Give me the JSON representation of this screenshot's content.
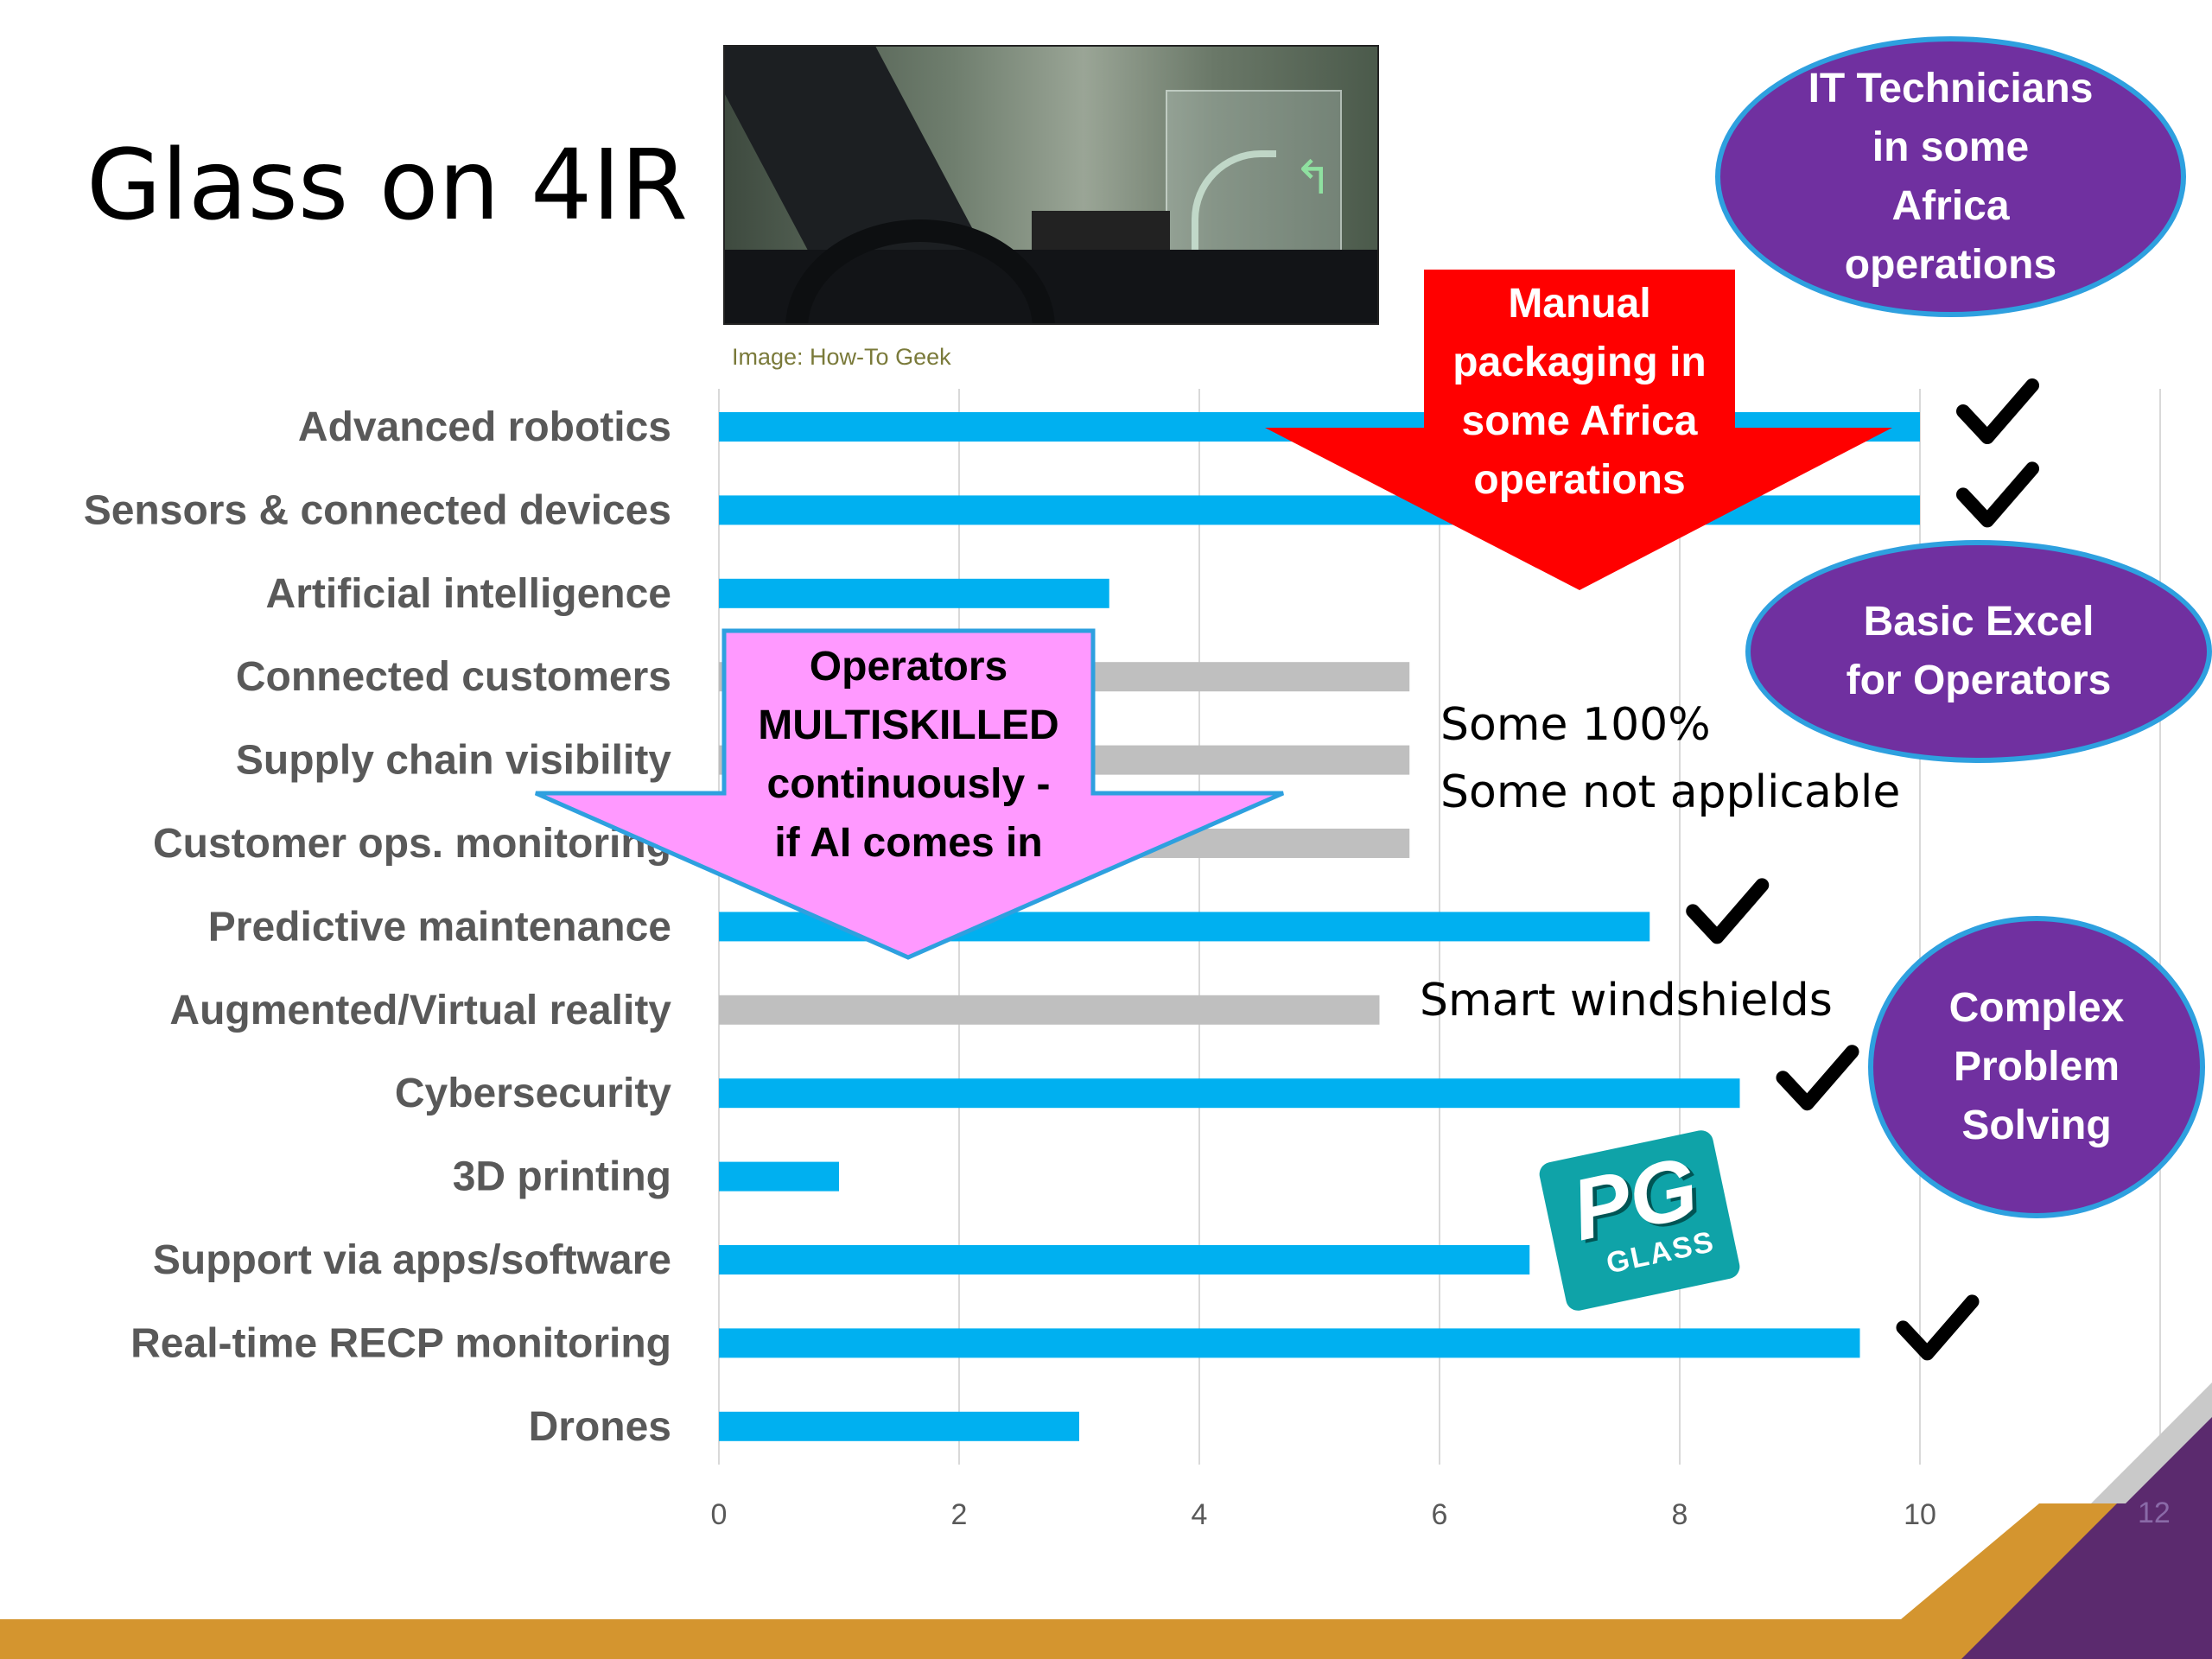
{
  "slide": {
    "title": "Glass on 4IR",
    "image_caption": "Image: How-To Geek",
    "page_number": "12"
  },
  "chart_data": {
    "type": "bar",
    "orientation": "horizontal",
    "categories": [
      "Advanced robotics",
      "Sensors & connected devices",
      "Artificial intelligence",
      "Connected customers",
      "Supply chain visibility",
      "Customer ops. monitoring",
      "Predictive maintenance",
      "Augmented/Virtual reality",
      "Cybersecurity",
      "3D printing",
      "Support via apps/software",
      "Real-time RECP monitoring",
      "Drones"
    ],
    "values": [
      10,
      10,
      3.25,
      5.75,
      5.75,
      5.75,
      7.75,
      5.5,
      8.5,
      1,
      6.75,
      9.5,
      3
    ],
    "highlighted": [
      true,
      true,
      true,
      false,
      false,
      false,
      true,
      false,
      true,
      true,
      true,
      true,
      true
    ],
    "checked": [
      true,
      true,
      false,
      false,
      false,
      false,
      true,
      false,
      true,
      false,
      false,
      true,
      false
    ],
    "xlim": [
      0,
      12
    ],
    "xticks": [
      0,
      2,
      4,
      6,
      8,
      10,
      12
    ],
    "grid": true,
    "colors": {
      "highlight": "#00b0f0",
      "muted": "#bfbfbf"
    }
  },
  "annotations": {
    "it_technicians": "IT Technicians\nin some\nAfrica\noperations",
    "manual_packaging": "Manual\npackaging in\nsome Africa\noperations",
    "basic_excel": "Basic Excel\nfor Operators",
    "operators_multiskilled": "Operators\nMULTISKILLED\ncontinuously -\nif AI comes in",
    "complex_problem": "Complex\nProblem\nSolving",
    "some_100_line1": "Some 100%",
    "some_100_line2": "Some not applicable",
    "smart_windshields": "Smart windshields",
    "logo_pg": "PG",
    "logo_glass": "GLASS"
  },
  "colors": {
    "oval_fill": "#7030a0",
    "oval_border": "#2ea0df",
    "red_arrow": "#ff0000",
    "pink_arrow": "#ff99ff",
    "orange_band": "#d4952f",
    "purple_band": "#5b2a6e"
  }
}
